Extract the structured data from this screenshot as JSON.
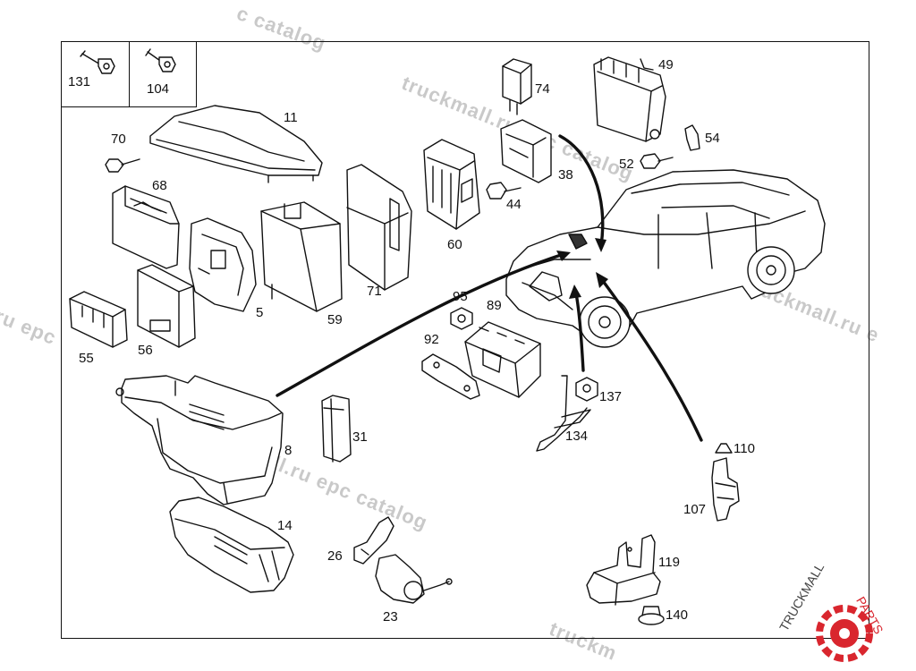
{
  "part_numbers": {
    "p131": "131",
    "p104": "104",
    "p11": "11",
    "p70": "70",
    "p68": "68",
    "p74": "74",
    "p49": "49",
    "p54": "54",
    "p52": "52",
    "p38": "38",
    "p44": "44",
    "p60": "60",
    "p71": "71",
    "p59": "59",
    "p5": "5",
    "p55": "55",
    "p56": "56",
    "p95": "95",
    "p89": "89",
    "p92": "92",
    "p137": "137",
    "p134": "134",
    "p110": "110",
    "p107": "107",
    "p8": "8",
    "p31": "31",
    "p14": "14",
    "p26": "26",
    "p23": "23",
    "p119": "119",
    "p140": "140"
  },
  "watermarks": {
    "w1": "c catalog",
    "w2": "truckmall.ru epc catalog",
    "w3": "truckmall.ru e",
    "w4": "ru epc",
    "w5": "truckmall.ru epc catalog",
    "w6": "truckm"
  },
  "logo": {
    "truck": "TRUCKMALL",
    "parts": "PARTS"
  },
  "colors": {
    "line": "#111111",
    "watermark": "#c9c9c9",
    "logo_red": "#d9262e"
  }
}
